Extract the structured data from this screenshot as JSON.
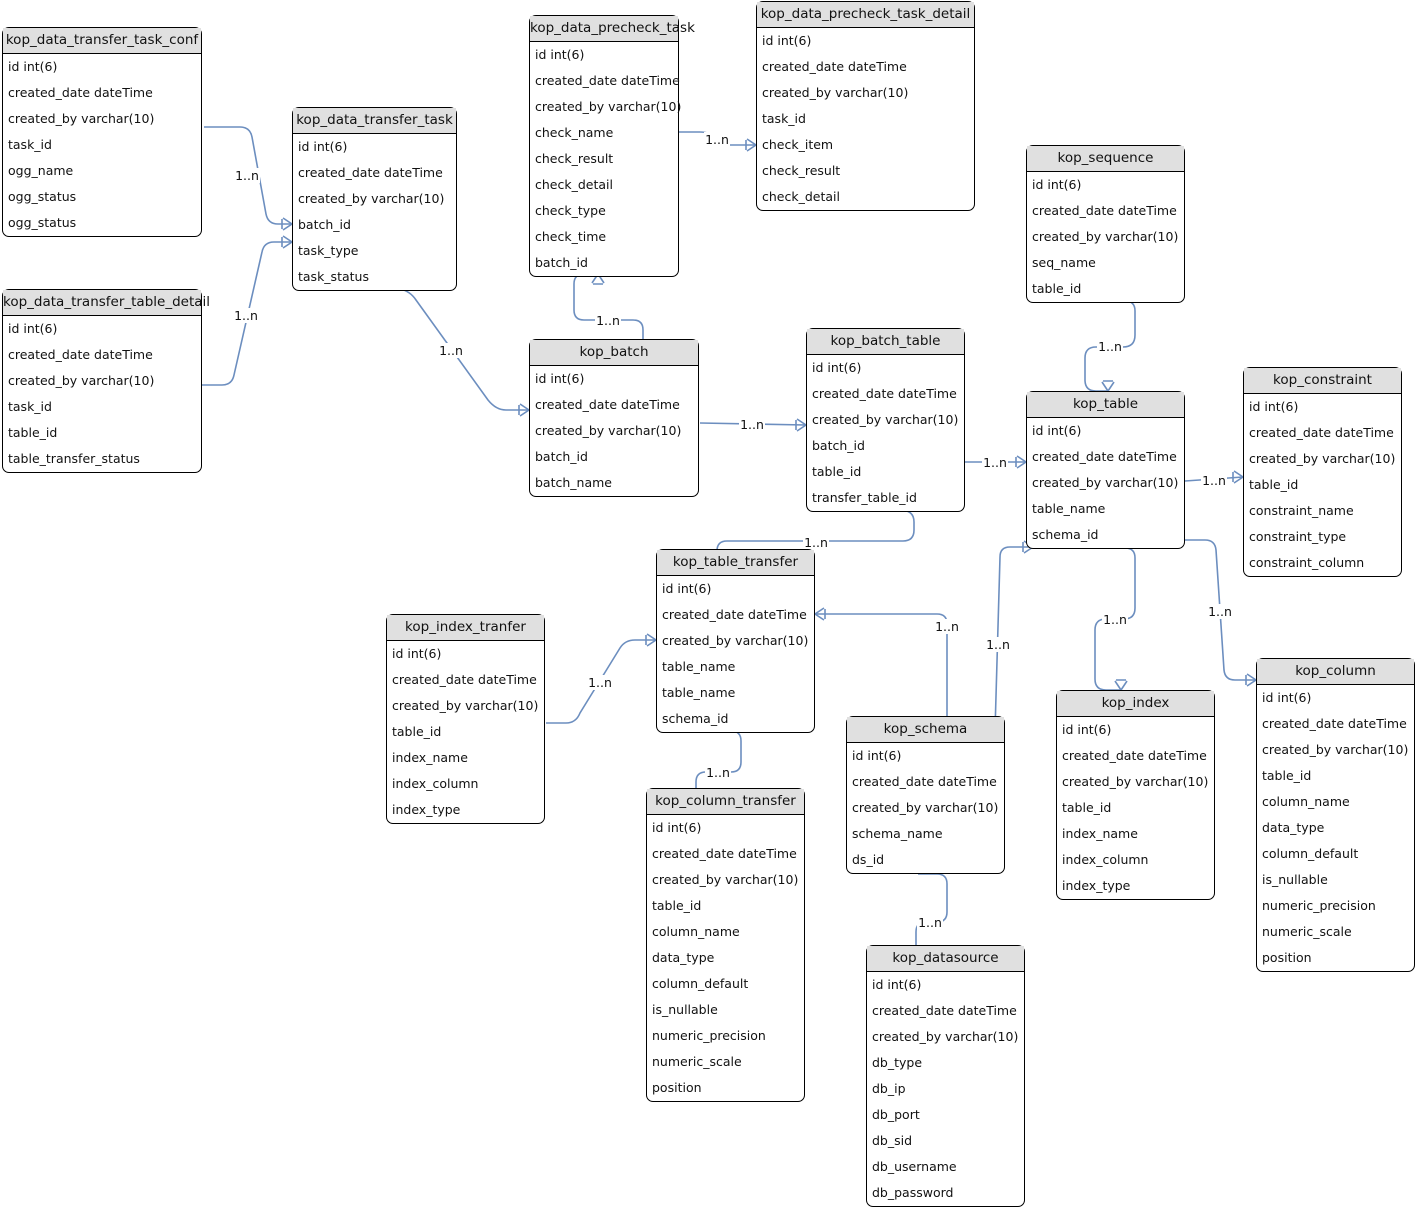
{
  "entities": {
    "kop_data_transfer_task_conf": {
      "title": "kop_data_transfer_task_conf",
      "fields": [
        "id int(6)",
        "created_date dateTime",
        "created_by varchar(10)",
        "task_id",
        "ogg_name",
        "ogg_status",
        "ogg_status"
      ]
    },
    "kop_data_transfer_table_detail": {
      "title": "kop_data_transfer_table_detail",
      "fields": [
        "id int(6)",
        "created_date dateTime",
        "created_by varchar(10)",
        "task_id",
        "table_id",
        "table_transfer_status"
      ]
    },
    "kop_data_transfer_task": {
      "title": "kop_data_transfer_task",
      "fields": [
        "id int(6)",
        "created_date dateTime",
        "created_by varchar(10)",
        "batch_id",
        "task_type",
        "task_status"
      ]
    },
    "kop_data_precheck_task": {
      "title": "kop_data_precheck_task",
      "fields": [
        "id int(6)",
        "created_date dateTime",
        "created_by varchar(10)",
        "check_name",
        "check_result",
        "check_detail",
        "check_type",
        "check_time",
        "batch_id"
      ]
    },
    "kop_data_precheck_task_detail": {
      "title": "kop_data_precheck_task_detail",
      "fields": [
        "id int(6)",
        "created_date dateTime",
        "created_by varchar(10)",
        "task_id",
        "check_item",
        "check_result",
        "check_detail"
      ]
    },
    "kop_sequence": {
      "title": "kop_sequence",
      "fields": [
        "id int(6)",
        "created_date dateTime",
        "created_by varchar(10)",
        "seq_name",
        "table_id"
      ]
    },
    "kop_batch": {
      "title": "kop_batch",
      "fields": [
        "id int(6)",
        "created_date dateTime",
        "created_by varchar(10)",
        "batch_id",
        "batch_name"
      ]
    },
    "kop_batch_table": {
      "title": "kop_batch_table",
      "fields": [
        "id int(6)",
        "created_date dateTime",
        "created_by varchar(10)",
        "batch_id",
        "table_id",
        "transfer_table_id"
      ]
    },
    "kop_table": {
      "title": "kop_table",
      "fields": [
        "id int(6)",
        "created_date dateTime",
        "created_by varchar(10)",
        "table_name",
        "schema_id"
      ]
    },
    "kop_constraint": {
      "title": "kop_constraint",
      "fields": [
        "id int(6)",
        "created_date dateTime",
        "created_by varchar(10)",
        "table_id",
        "constraint_name",
        "constraint_type",
        "constraint_column"
      ]
    },
    "kop_table_transfer": {
      "title": "kop_table_transfer",
      "fields": [
        "id int(6)",
        "created_date dateTime",
        "created_by varchar(10)",
        "table_name",
        "table_name",
        "schema_id"
      ]
    },
    "kop_index_tranfer": {
      "title": "kop_index_tranfer",
      "fields": [
        "id int(6)",
        "created_date dateTime",
        "created_by varchar(10)",
        "table_id",
        "index_name",
        "index_column",
        "index_type"
      ]
    },
    "kop_column_transfer": {
      "title": "kop_column_transfer",
      "fields": [
        "id int(6)",
        "created_date dateTime",
        "created_by varchar(10)",
        "table_id",
        "column_name",
        "data_type",
        "column_default",
        "is_nullable",
        "numeric_precision",
        "numeric_scale",
        "position"
      ]
    },
    "kop_schema": {
      "title": "kop_schema",
      "fields": [
        "id int(6)",
        "created_date dateTime",
        "created_by varchar(10)",
        "schema_name",
        "ds_id"
      ]
    },
    "kop_index": {
      "title": "kop_index",
      "fields": [
        "id int(6)",
        "created_date dateTime",
        "created_by varchar(10)",
        "table_id",
        "index_name",
        "index_column",
        "index_type"
      ]
    },
    "kop_column": {
      "title": "kop_column",
      "fields": [
        "id int(6)",
        "created_date dateTime",
        "created_by varchar(10)",
        "table_id",
        "column_name",
        "data_type",
        "column_default",
        "is_nullable",
        "numeric_precision",
        "numeric_scale",
        "position"
      ]
    },
    "kop_datasource": {
      "title": "kop_datasource",
      "fields": [
        "id int(6)",
        "created_date dateTime",
        "created_by varchar(10)",
        "db_type",
        "db_ip",
        "db_port",
        "db_sid",
        "db_username",
        "db_password"
      ]
    }
  },
  "relations": [
    {
      "from": "kop_data_transfer_task_conf",
      "to": "kop_data_transfer_task",
      "label": "1..n"
    },
    {
      "from": "kop_data_transfer_table_detail",
      "to": "kop_data_transfer_task",
      "label": "1..n"
    },
    {
      "from": "kop_data_transfer_task",
      "to": "kop_batch",
      "label": "1..n"
    },
    {
      "from": "kop_batch",
      "to": "kop_data_precheck_task",
      "label": "1..n"
    },
    {
      "from": "kop_data_precheck_task",
      "to": "kop_data_precheck_task_detail",
      "label": "1..n"
    },
    {
      "from": "kop_batch",
      "to": "kop_batch_table",
      "label": "1..n"
    },
    {
      "from": "kop_batch_table",
      "to": "kop_table",
      "label": "1..n"
    },
    {
      "from": "kop_sequence",
      "to": "kop_table",
      "label": "1..n"
    },
    {
      "from": "kop_table",
      "to": "kop_constraint",
      "label": "1..n"
    },
    {
      "from": "kop_batch_table",
      "to": "kop_table_transfer",
      "label": "1..n"
    },
    {
      "from": "kop_index_tranfer",
      "to": "kop_table_transfer",
      "label": "1..n"
    },
    {
      "from": "kop_schema",
      "to": "kop_table_transfer",
      "label": "1..n"
    },
    {
      "from": "kop_schema",
      "to": "kop_table",
      "label": "1..n"
    },
    {
      "from": "kop_table",
      "to": "kop_index",
      "label": "1..n"
    },
    {
      "from": "kop_table",
      "to": "kop_column",
      "label": "1..n"
    },
    {
      "from": "kop_table_transfer",
      "to": "kop_column_transfer",
      "label": "1..n"
    },
    {
      "from": "kop_schema",
      "to": "kop_datasource",
      "label": "1..n"
    }
  ],
  "colors": {
    "edge": "#6c8ebf",
    "header": "#e0e0e0",
    "border": "#000000"
  }
}
